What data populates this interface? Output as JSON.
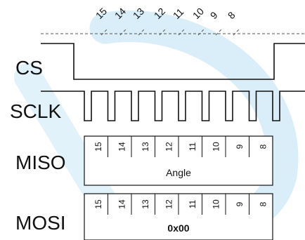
{
  "colors": {
    "ink": "#111111",
    "watermark": "#d9eef8"
  },
  "bits": [
    "15",
    "14",
    "13",
    "12",
    "11",
    "10",
    "9",
    "8"
  ],
  "signals": {
    "cs": "CS",
    "sclk": "SCLK",
    "miso": "MISO",
    "mosi": "MOSI"
  },
  "fields": {
    "miso": "Angle",
    "mosi": "0x00"
  }
}
